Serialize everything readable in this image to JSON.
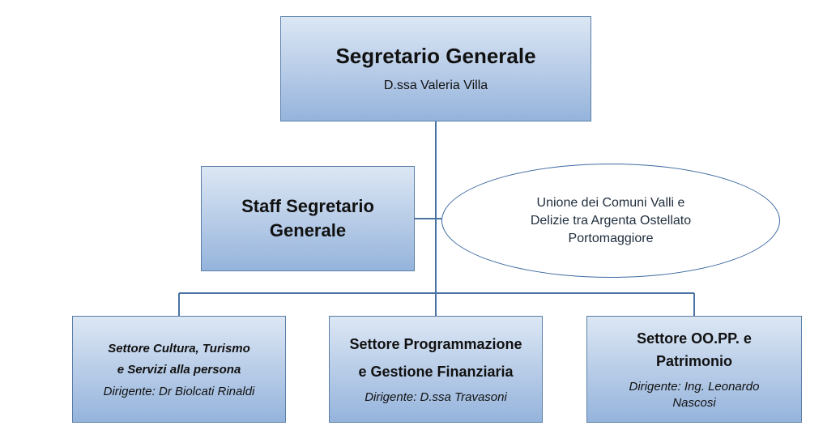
{
  "org_chart": {
    "top": {
      "title": "Segretario Generale",
      "person": "D.ssa Valeria Villa"
    },
    "staff": {
      "title_line1": "Staff Segretario",
      "title_line2": "Generale"
    },
    "union": {
      "line1": "Unione dei Comuni Valli e",
      "line2": "Delizie tra Argenta  Ostellato",
      "line3": "Portomaggiore"
    },
    "sectors": [
      {
        "title_line1": "Settore Cultura, Turismo",
        "title_line2": "e Servizi alla persona",
        "director": "Dirigente: Dr Biolcati Rinaldi"
      },
      {
        "title_line1": "Settore Programmazione",
        "title_line2": "e Gestione Finanziaria",
        "director": "Dirigente: D.ssa Travasoni"
      },
      {
        "title_line1": "Settore OO.PP. e",
        "title_line2": "Patrimonio",
        "director_line1": "Dirigente: Ing. Leonardo",
        "director_line2": "Nascosi"
      }
    ]
  }
}
